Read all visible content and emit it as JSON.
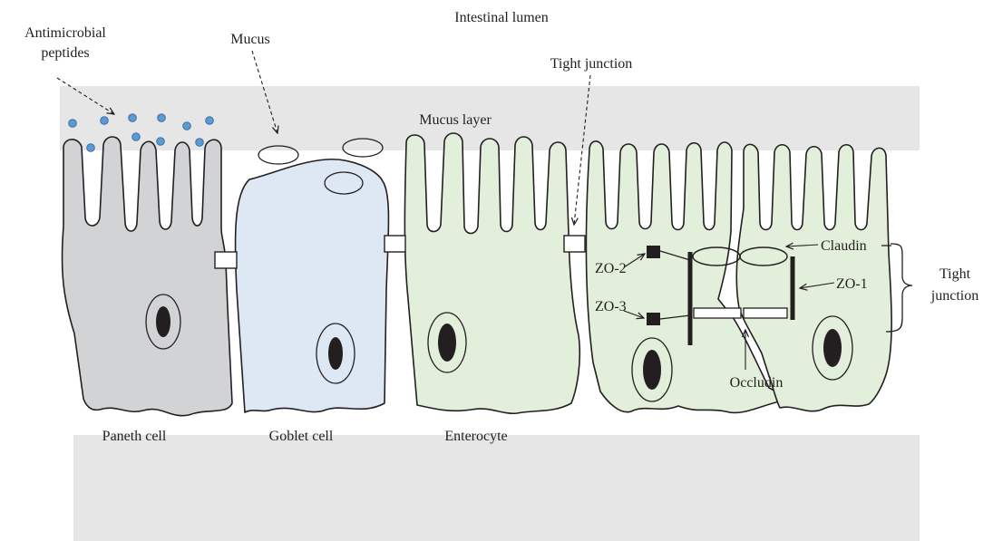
{
  "diagram": {
    "title": "Intestinal lumen",
    "labels": {
      "antimicrobial_line1": "Antimicrobial",
      "antimicrobial_line2": "peptides",
      "mucus": "Mucus",
      "mucus_layer": "Mucus layer",
      "tight_junction_top": "Tight junction",
      "claudin": "Claudin",
      "zo1": "ZO-1",
      "zo2": "ZO-2",
      "zo3": "ZO-3",
      "occludin": "Occludin",
      "tight_line1": "Tight",
      "tight_line2": "junction",
      "paneth": "Paneth cell",
      "goblet": "Goblet cell",
      "enterocyte": "Enterocyte"
    },
    "colors": {
      "band": "#e6e6e7",
      "paneth_fill": "#d2d3d5",
      "goblet_fill": "#dde8f4",
      "enterocyte_fill": "#e2efda",
      "peptide_dot": "#5b9bd5",
      "peptide_stroke": "#3e6f9e",
      "mucus_blob": "#c8c9cb",
      "nucleus": "#231f20",
      "outline": "#231f20"
    }
  }
}
